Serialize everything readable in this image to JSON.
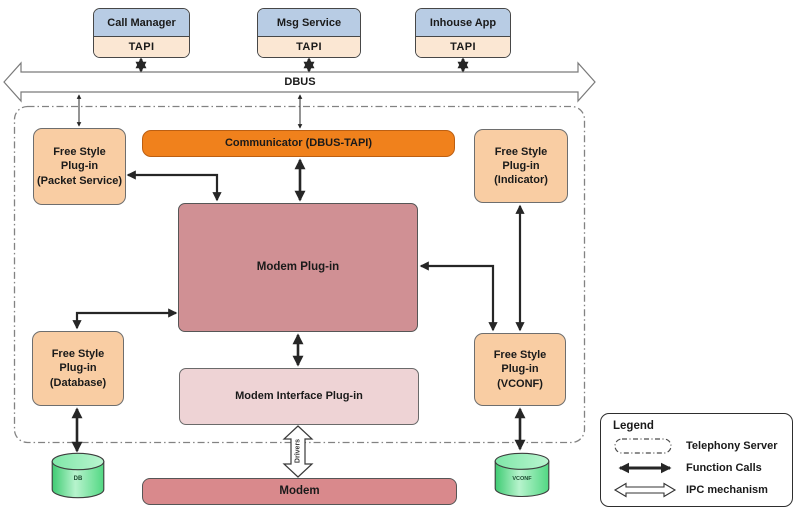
{
  "diagram": {
    "apps": [
      {
        "label": "Call Manager",
        "interface": "TAPI"
      },
      {
        "label": "Msg Service",
        "interface": "TAPI"
      },
      {
        "label": "Inhouse App",
        "interface": "TAPI"
      }
    ],
    "bus_label": "DBUS",
    "communicator_label": "Communicator (DBUS-TAPI)",
    "plugin_packet": "Free Style\nPlug-in\n(Packet Service)",
    "plugin_indicator": "Free Style\nPlug-in\n(Indicator)",
    "modem_plugin_label": "Modem Plug-in",
    "plugin_database": "Free Style\nPlug-in\n(Database)",
    "plugin_vconf": "Free Style\nPlug-in\n(VCONF)",
    "modem_interface_label": "Modem Interface Plug-in",
    "modem_label": "Modem",
    "drivers_label": "Drivers",
    "db_cylinder_label": "DB",
    "vconf_cylinder_label": "VCONF"
  },
  "legend": {
    "title": "Legend",
    "items": [
      {
        "icon": "dashed-boundary",
        "label": "Telephony Server"
      },
      {
        "icon": "solid-double-arrow",
        "label": "Function Calls"
      },
      {
        "icon": "outline-double-arrow",
        "label": "IPC mechanism"
      }
    ]
  },
  "colors": {
    "app_header_blue": "#b8cce4",
    "tapi_cream": "#fbe7d3",
    "communicator_orange": "#f0811c",
    "plugin_peach": "#f9cda3",
    "modem_plugin_rose": "#d09094",
    "modem_interface_pink": "#eed3d5",
    "modem_red": "#d9898c",
    "cylinder_green": "#52d883",
    "arrow_black": "#262626",
    "boundary_gray": "#828282"
  }
}
